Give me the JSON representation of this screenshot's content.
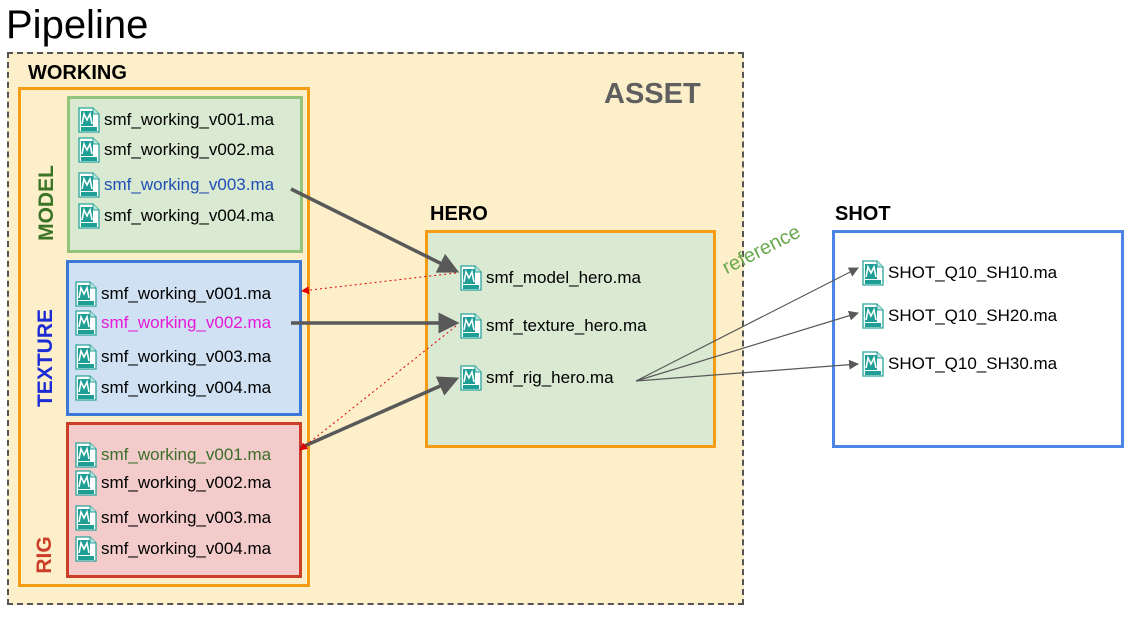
{
  "title": "Pipeline",
  "asset": {
    "label": "ASSET"
  },
  "working": {
    "label": "WORKING",
    "model": {
      "label": "MODEL",
      "files": [
        {
          "name": "smf_working_v001.ma",
          "color": "#000000"
        },
        {
          "name": "smf_working_v002.ma",
          "color": "#000000"
        },
        {
          "name": "smf_working_v003.ma",
          "color": "#1f4fb4"
        },
        {
          "name": "smf_working_v004.ma",
          "color": "#000000"
        }
      ]
    },
    "texture": {
      "label": "TEXTURE",
      "files": [
        {
          "name": "smf_working_v001.ma",
          "color": "#000000"
        },
        {
          "name": "smf_working_v002.ma",
          "color": "#e619d8"
        },
        {
          "name": "smf_working_v003.ma",
          "color": "#000000"
        },
        {
          "name": "smf_working_v004.ma",
          "color": "#000000"
        }
      ]
    },
    "rig": {
      "label": "RIG",
      "files": [
        {
          "name": "smf_working_v001.ma",
          "color": "#3b6e2a"
        },
        {
          "name": "smf_working_v002.ma",
          "color": "#000000"
        },
        {
          "name": "smf_working_v003.ma",
          "color": "#000000"
        },
        {
          "name": "smf_working_v004.ma",
          "color": "#000000"
        }
      ]
    }
  },
  "hero": {
    "label": "HERO",
    "files": [
      {
        "name": "smf_model_hero.ma"
      },
      {
        "name": "smf_texture_hero.ma"
      },
      {
        "name": "smf_rig_hero.ma"
      }
    ]
  },
  "shot": {
    "label": "SHOT",
    "files": [
      {
        "name": "SHOT_Q10_SH10.ma"
      },
      {
        "name": "SHOT_Q10_SH20.ma"
      },
      {
        "name": "SHOT_Q10_SH30.ma"
      }
    ]
  },
  "reference_label": "reference",
  "colors": {
    "asset_fill": "#fdefc9",
    "working_border": "#f49c13",
    "model_fill": "#d9e9d2",
    "texture_fill": "#cfe1f3",
    "rig_fill": "#f3cbcb",
    "shot_border": "#4a86e8",
    "publish_arrow": "#595959",
    "dependency_arrow": "#cc0000"
  },
  "icon": "maya-file-icon"
}
